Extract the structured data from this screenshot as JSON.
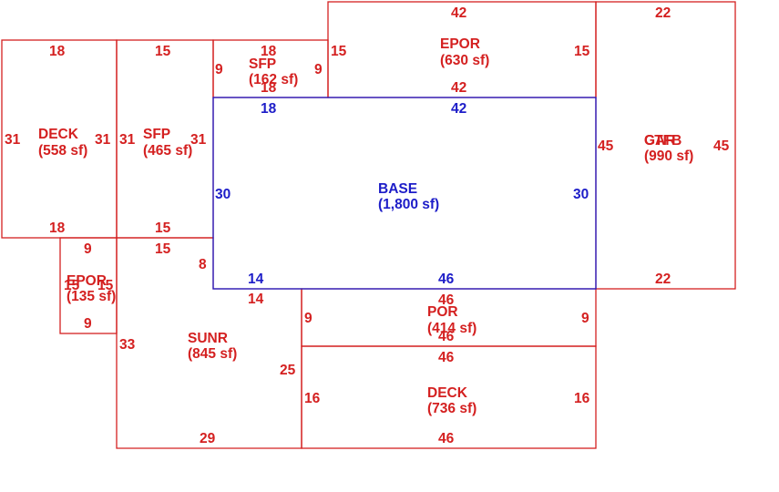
{
  "colors": {
    "red": "#d42020",
    "blue": "#1d1dc8"
  },
  "areas": {
    "deck_left": {
      "name": "DECK",
      "sf": "(558 sf)",
      "top": "18",
      "bottom": "18",
      "left": "31",
      "right": "31"
    },
    "sfp_left": {
      "name": "SFP",
      "sf": "(465 sf)",
      "top": "15",
      "bottom": "15",
      "left": "31",
      "right": "31"
    },
    "sfp_small": {
      "name": "SFP",
      "sf": "(162 sf)",
      "top": "18",
      "bottom": "18",
      "left": "9",
      "right": "9"
    },
    "epor_top": {
      "name": "EPOR",
      "sf": "(630 sf)",
      "top": "42",
      "bottom": "42",
      "left": "15",
      "right": "15"
    },
    "garage": {
      "name": "GAR",
      "name2": "CTFB",
      "sf": "(990 sf)",
      "top": "22",
      "bottom": "22",
      "left": "45",
      "right": "45"
    },
    "base": {
      "name": "BASE",
      "sf": "(1,800 sf)",
      "top_left": "18",
      "top": "42",
      "left": "30",
      "right": "30",
      "bottom_left": "14",
      "bottom": "46"
    },
    "epor_small": {
      "name": "EPOR",
      "sf": "(135 sf)",
      "top": "9",
      "bottom": "9",
      "left": "15",
      "right": "15"
    },
    "sunr": {
      "name": "SUNR",
      "sf": "(845 sf)",
      "top": "15",
      "step_v": "8",
      "step_h": "14",
      "left": "33",
      "right": "25",
      "bottom": "29"
    },
    "por": {
      "name": "POR",
      "sf": "(414 sf)",
      "top": "46",
      "bottom": "46",
      "left": "9",
      "right": "9"
    },
    "deck_bottom": {
      "name": "DECK",
      "sf": "(736 sf)",
      "top": "46",
      "bottom": "46",
      "left": "16",
      "right": "16"
    }
  }
}
